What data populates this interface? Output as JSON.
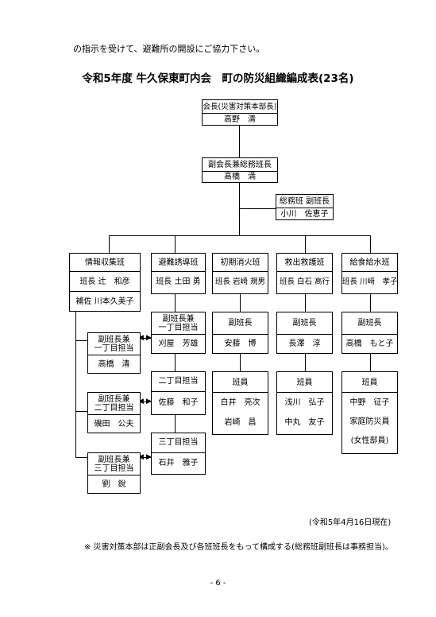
{
  "intro_text": "の指示を受けて、避難所の開設にご協力下さい。",
  "title": "令和5年度 牛久保東町内会　町の防災組織編成表(23名)",
  "chief": {
    "role": "会長(災害対策本部長)",
    "name": "高野　清"
  },
  "vice": {
    "role": "副会長兼総務班長",
    "name": "髙橋　満"
  },
  "admin": {
    "role": "総務班 副班長",
    "name": "小川　佐恵子"
  },
  "teams": {
    "info": {
      "name": "情報収集班",
      "leader": "班長 辻　和彦",
      "deputy": "補佐 川本久美子"
    },
    "evac": {
      "name": "避難誘導班",
      "leader": "班長 土田 勇"
    },
    "fire": {
      "name": "初期消火班",
      "leader": "班長 岩崎 規男"
    },
    "rescue": {
      "name": "救出救護班",
      "leader": "班長 白石 高行"
    },
    "supply": {
      "name": "給食給水班",
      "leader": "班長 川﨑　孝子"
    }
  },
  "info_subs": [
    {
      "role_line1": "副班長兼",
      "role_line2": "一丁目担当",
      "name": "高橋　清"
    },
    {
      "role_line1": "副班長兼",
      "role_line2": "二丁目担当",
      "name": "磯田　公夫"
    },
    {
      "role_line1": "副班長兼",
      "role_line2": "三丁目担当",
      "name": "劉　銳"
    }
  ],
  "evac_subs": [
    {
      "role_line1": "副班長兼",
      "role_line2": "一丁目担当",
      "name": "刈屋　芳雄"
    },
    {
      "role": "二丁目担当",
      "name": "佐藤　和子"
    },
    {
      "role": "三丁目担当",
      "name": "石井　雅子"
    }
  ],
  "fire_sub": {
    "role": "副班長",
    "name": "安藤　博"
  },
  "rescue_sub": {
    "role": "副班長",
    "name": "長澤　淳"
  },
  "supply_sub": {
    "role": "副班長",
    "name": "高橋　もと子"
  },
  "fire_members": {
    "role": "班員",
    "names": [
      "白井　亮次",
      "岩崎　昌"
    ]
  },
  "rescue_members": {
    "role": "班員",
    "names": [
      "浅川　弘子",
      "中丸　友子"
    ]
  },
  "supply_members": {
    "role": "班員",
    "names": [
      "中野　征子",
      "家庭防災員",
      "(女性部員)"
    ]
  },
  "as_of": "(令和5年4月16日現在)",
  "note": "※ 災害対策本部は正副会長及び各班班長をもって構成する(総務班副班長は事務担当)。",
  "page_number": "- 6 -"
}
